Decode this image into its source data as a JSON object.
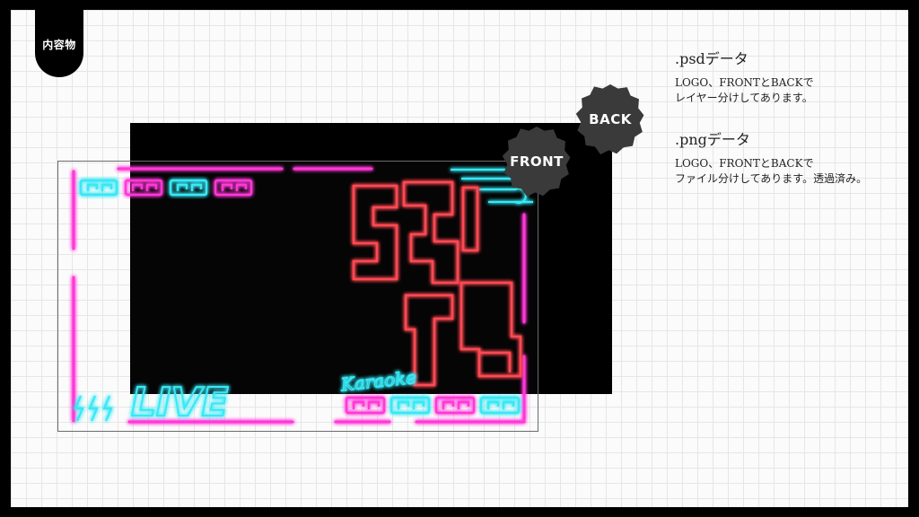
{
  "badge": {
    "label": "内容物"
  },
  "mockup": {
    "back_label": "BACK",
    "front_label": "FRONT",
    "logo_sign_text": "LIVE",
    "karaoke_script": "Karaoke",
    "kanji_sign_text": "歌枠",
    "colors": {
      "pink": "#ff39d8",
      "cyan": "#37e8f5",
      "red": "#ff4a52"
    }
  },
  "info": [
    {
      "heading": ".psdデータ",
      "line1": "LOGO、FRONTとBACKで",
      "line2": "レイヤー分けしてあります。"
    },
    {
      "heading": ".pngデータ",
      "line1": "LOGO、FRONTとBACKで",
      "line2": "ファイル分けしてあります。透過済み。"
    }
  ]
}
